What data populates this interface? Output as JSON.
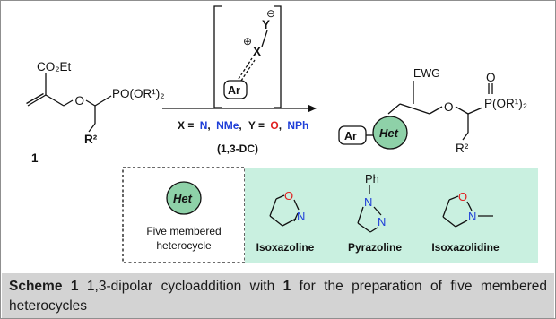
{
  "reactant": {
    "ester": "CO₂Et",
    "oxygen": "O",
    "phosphonate": "PO(OR¹)₂",
    "r2": "R²",
    "compound_number": "1"
  },
  "dipole": {
    "plus": "⊕",
    "x": "X",
    "y": "Y",
    "minus": "⊖",
    "ar": "Ar"
  },
  "conditions": {
    "x_label": "X =",
    "x_value_1": "N",
    "x_sep": ",",
    "x_value_2": "NMe",
    "x_sep2": ",",
    "y_label": "Y =",
    "y_value_1": "O",
    "y_sep": ",",
    "y_value_2": "NPh",
    "reaction_type": "(1,3-DC)"
  },
  "product": {
    "ar": "Ar",
    "het": "Het",
    "ewg": "EWG",
    "oxygen": "O",
    "p_oxygen": "O",
    "phosphonate": "P(OR¹)₂",
    "r2": "R²"
  },
  "legend": {
    "het": "Het",
    "desc_line1": "Five membered",
    "desc_line2": "heterocycle",
    "isoxazoline": {
      "o": "O",
      "n": "N",
      "label": "Isoxazoline"
    },
    "pyrazoline": {
      "ph": "Ph",
      "n1": "N",
      "n2": "N",
      "label": "Pyrazoline"
    },
    "isoxazolidine": {
      "o": "O",
      "n": "N",
      "label": "Isoxazolidine"
    }
  },
  "caption": {
    "label": "Scheme 1",
    "text_1": " 1,3-dipolar cycloaddition with ",
    "compound": "1",
    "text_2": " for the preparation of five membered heterocycles"
  },
  "colors": {
    "nitrogen": "#1f3fd8",
    "oxygen": "#e02020",
    "het_fill": "#8ed1a8",
    "panel_fill": "#c9f0e0",
    "caption_bg": "#d3d3d3"
  }
}
